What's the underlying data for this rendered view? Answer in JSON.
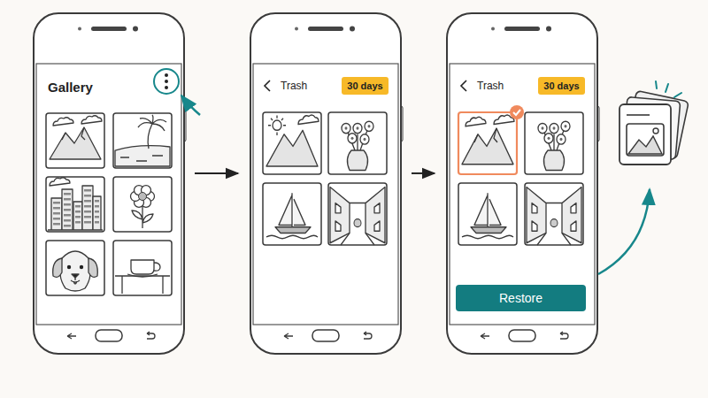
{
  "diagram": {
    "nodes": [
      {
        "text": [
          "Gallery"
        ]
      },
      {
        "text": [
          "Trash"
        ]
      },
      {
        "text": [
          "30 days"
        ],
        "in": 1
      },
      {
        "text": [
          "Trash"
        ]
      },
      {
        "text": [
          "30 days"
        ],
        "in": 3
      },
      {
        "text": [
          "Restore"
        ],
        "in": 3
      }
    ],
    "edges": [
      {
        "from": 0,
        "to": 1,
        "arrow": "to"
      },
      {
        "from": 1,
        "to": 3,
        "arrow": "to"
      }
    ]
  }
}
